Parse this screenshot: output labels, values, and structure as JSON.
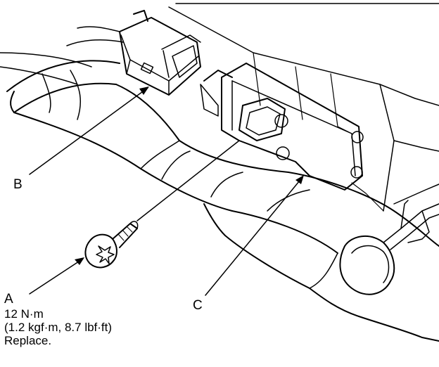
{
  "callouts": {
    "a": "A",
    "b": "B",
    "c": "C"
  },
  "spec": {
    "torque": "12 N·m",
    "torque_alt": "(1.2 kgf·m, 8.7 lbf·ft)",
    "note": "Replace."
  }
}
